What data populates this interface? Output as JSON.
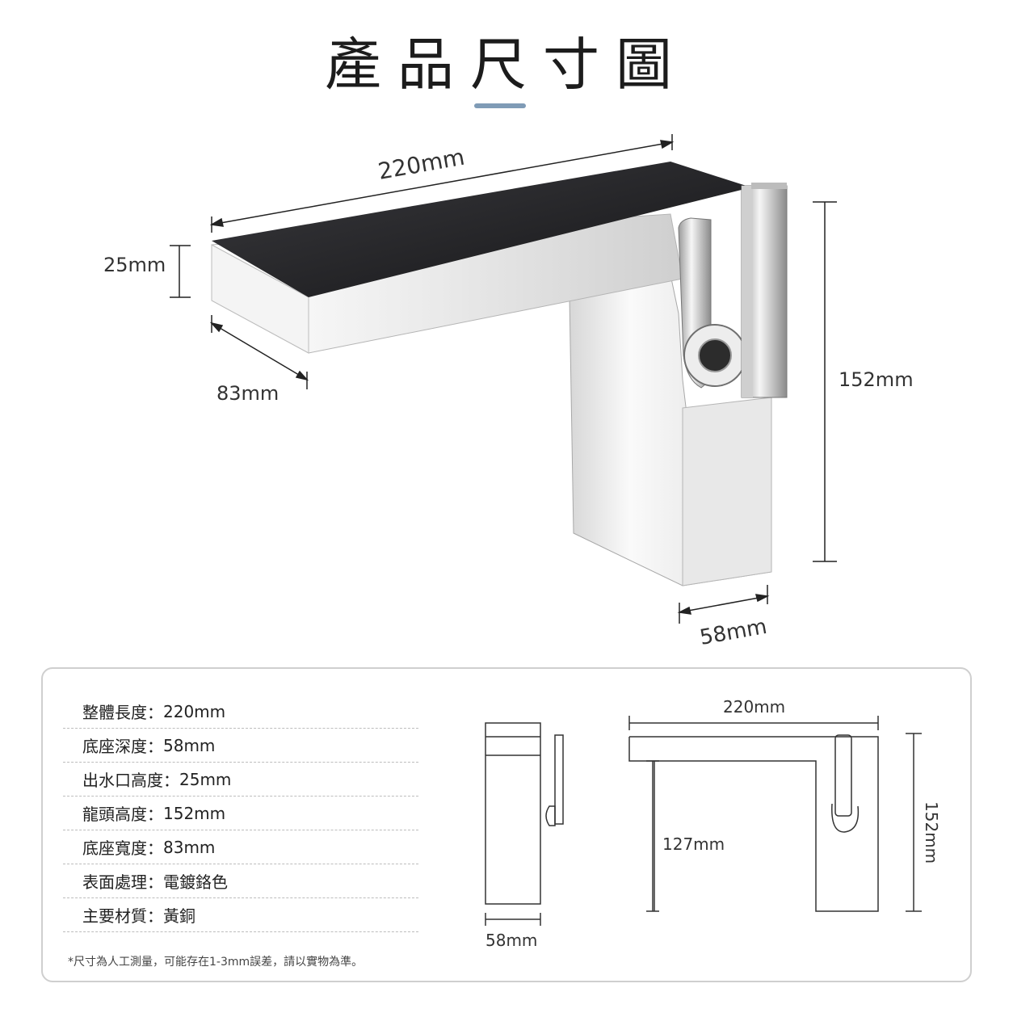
{
  "title": "產品尺寸圖",
  "main_dims": {
    "length": "220mm",
    "spout_height": "25mm",
    "width": "83mm",
    "height": "152mm",
    "base_depth": "58mm"
  },
  "specs": [
    {
      "label": "整體長度：",
      "value": "220mm"
    },
    {
      "label": "底座深度：",
      "value": "58mm"
    },
    {
      "label": "出水口高度：",
      "value": "25mm"
    },
    {
      "label": "龍頭高度：",
      "value": "152mm"
    },
    {
      "label": "底座寬度：",
      "value": "83mm"
    },
    {
      "label": "表面處理：",
      "value": "電鍍鉻色"
    },
    {
      "label": "主要材質：",
      "value": "黃銅"
    }
  ],
  "note": "*尺寸為人工測量，可能存在1-3mm誤差，請以實物為準。",
  "side_view": {
    "depth": "58mm"
  },
  "front_view": {
    "length": "220mm",
    "height": "152mm",
    "spout_clearance": "127mm"
  },
  "colors": {
    "accent": "#7f9bb6",
    "chrome_dark": "#1f1f22",
    "chrome_light": "#f2f2f2"
  }
}
